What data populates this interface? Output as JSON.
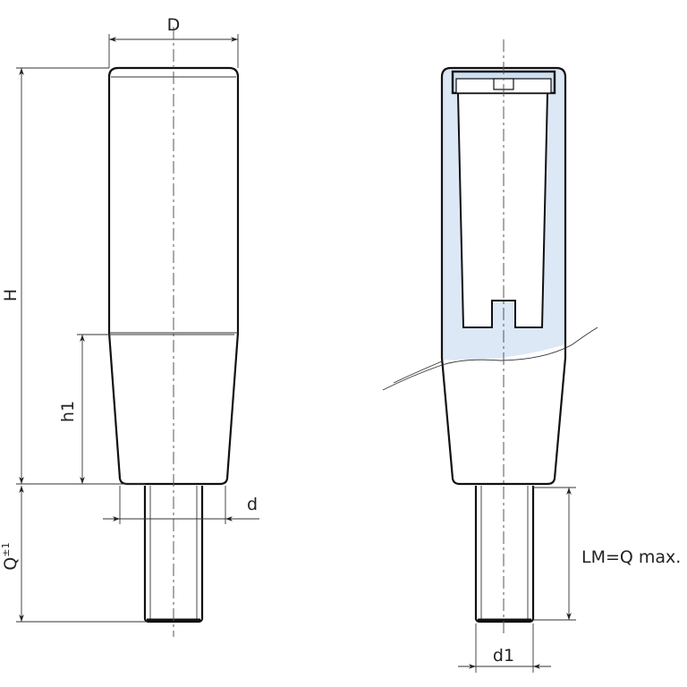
{
  "labels": {
    "D": "D",
    "H": "H",
    "h1": "h1",
    "d": "d",
    "Q": "Q",
    "Q_tol": "±1",
    "LM": "LM=Q max.",
    "d1": "d1"
  },
  "colors": {
    "section_fill": "#dce8f6",
    "line": "#111111"
  }
}
